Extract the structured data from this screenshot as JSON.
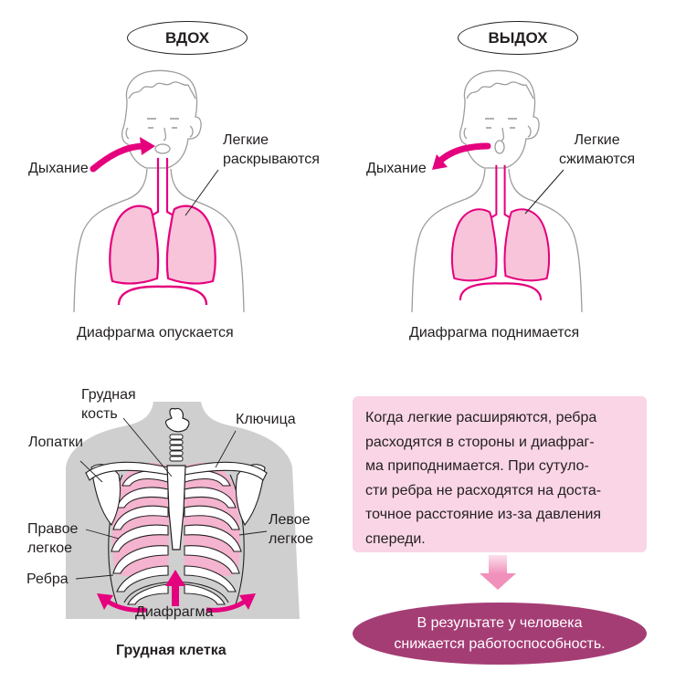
{
  "inhale": {
    "title": "ВДОХ",
    "breath_label": "Дыхание",
    "lungs_label": [
      "Легкие",
      "раскрываются"
    ],
    "caption": "Диафрагма опускается"
  },
  "exhale": {
    "title": "ВЫДОХ",
    "breath_label": "Дыхание",
    "lungs_label": [
      "Легкие",
      "сжимаются"
    ],
    "caption": "Диафрагма поднимается"
  },
  "ribcage": {
    "sternum_label": [
      "Грудная",
      "кость"
    ],
    "clavicle_label": "Ключица",
    "scapula_label": "Лопатки",
    "right_lung_label": [
      "Правое",
      "легкое"
    ],
    "left_lung_label": [
      "Левое",
      "легкое"
    ],
    "ribs_label": "Ребра",
    "diaphragm_label": "Диафрагма",
    "caption": "Грудная клетка"
  },
  "explanation": {
    "lines": [
      "Когда легкие расширяются, ребра",
      "расходятся в стороны и диафраг-",
      "ма приподнимается. При сутуло-",
      "сти ребра не расходятся на доста-",
      "точное расстояние из-за давления",
      "спереди."
    ]
  },
  "result": {
    "lines": [
      "В результате у человека",
      "снижается работоспособность."
    ]
  },
  "colors": {
    "magenta": "#e5007e",
    "lung_fill": "#f7c4d9",
    "box_fill": "#f9d5e5",
    "result_fill": "#a53d75",
    "silhouette": "#cfcfcf"
  }
}
